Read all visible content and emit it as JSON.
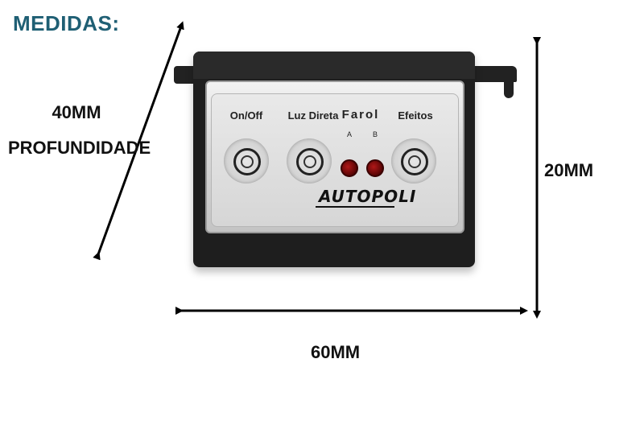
{
  "title": "MEDIDAS:",
  "dimensions": {
    "depth_value": "40MM",
    "depth_label": "PROFUNDIDADE",
    "height": "20MM",
    "width": "60MM"
  },
  "device": {
    "buttons": [
      {
        "label": "On/Off",
        "icon": "push-button-icon"
      },
      {
        "label": "Luz Direta",
        "icon": "push-button-icon"
      },
      {
        "label": "Efeitos",
        "icon": "push-button-icon"
      }
    ],
    "indicator_group": {
      "label": "Farol",
      "leds": [
        {
          "label": "A"
        },
        {
          "label": "B"
        }
      ],
      "led_color": "#8b0d0d"
    },
    "brand": "AUTOPOLI"
  },
  "colors": {
    "title": "#1f5f74",
    "device_body": "#1e1e1e",
    "faceplate": "#d9d9d9"
  }
}
